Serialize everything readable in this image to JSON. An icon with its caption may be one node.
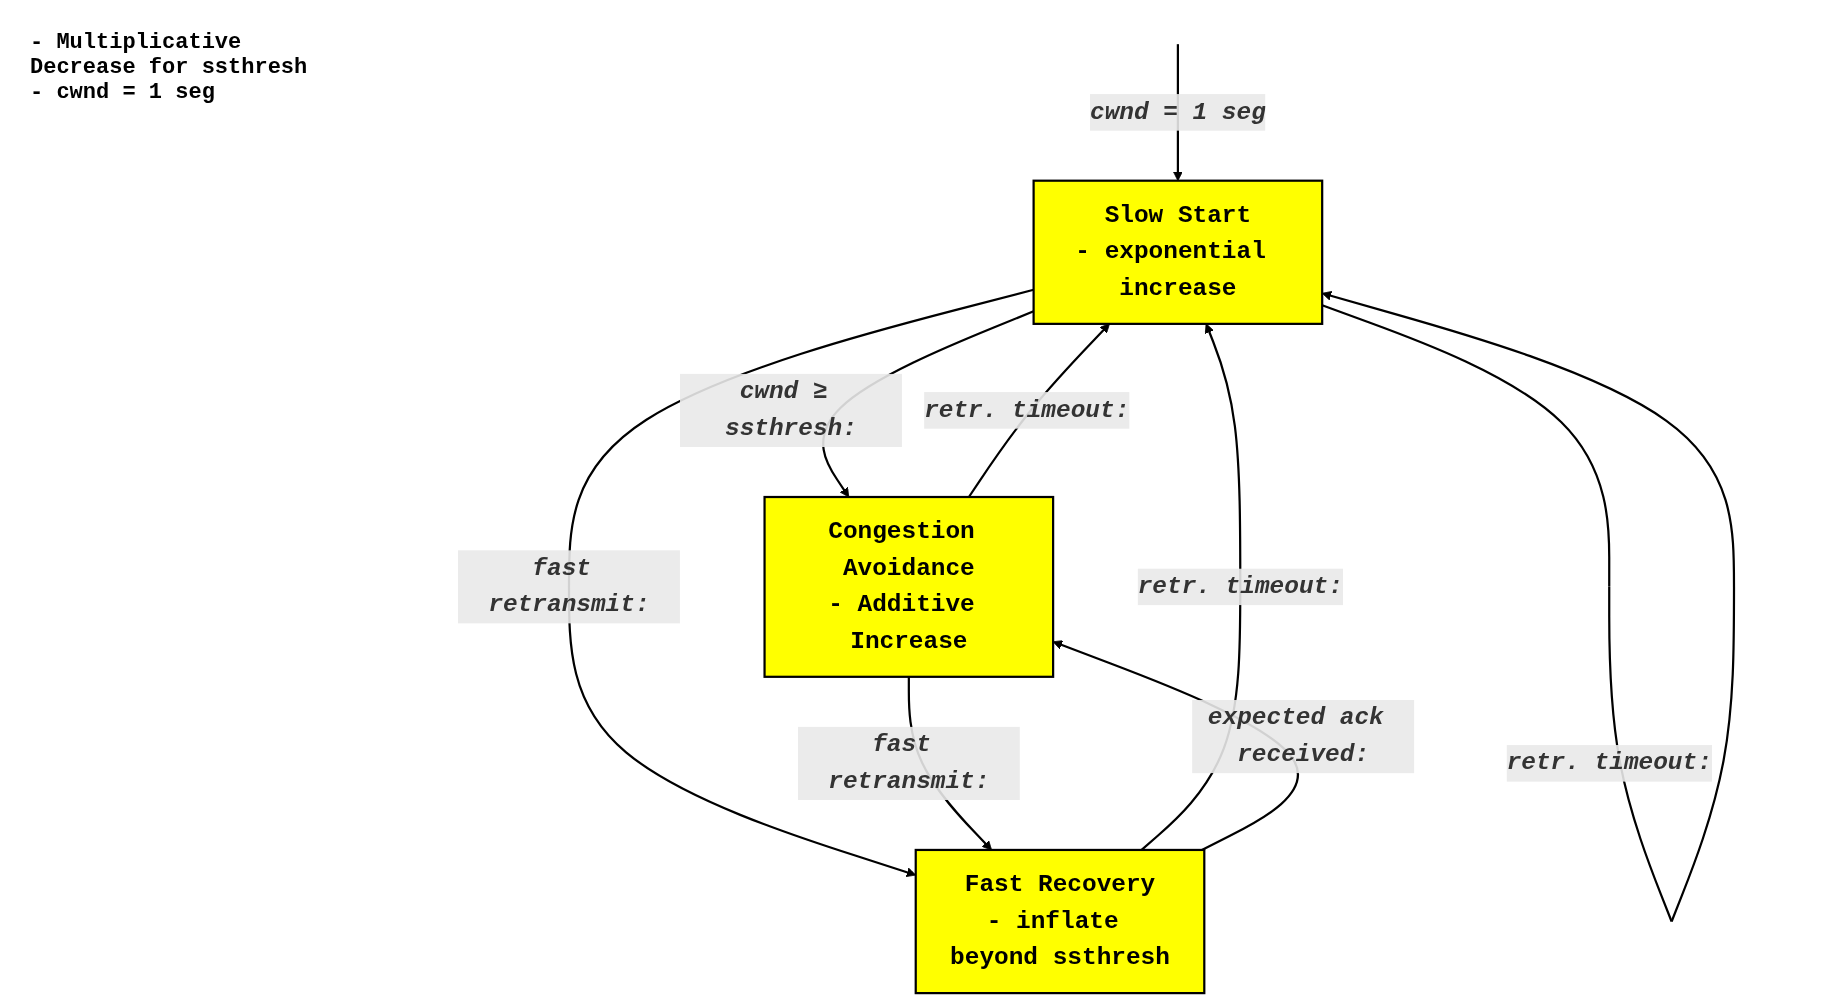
{
  "diagram": {
    "nodes": [
      {
        "text": [
          "Slow Start",
          "- exponential increase"
        ]
      },
      {
        "text": [
          "Congestion Avoidance",
          "- Additive Increase"
        ]
      },
      {
        "text": [
          "Fast Recovery",
          "- inflate beyond ssthresh"
        ]
      }
    ],
    "edges": [
      {
        "from": null,
        "to": 0,
        "arrow": "to",
        "label": "cwnd = 1 seg"
      },
      {
        "from": 0,
        "to": 1,
        "arrow": "to",
        "label": "cwnd ≥ ssthresh:"
      },
      {
        "from": 1,
        "to": 0,
        "arrow": "to",
        "label": "retr. timeout:"
      },
      {
        "from": 0,
        "to": 0,
        "arrow": "to",
        "label": "retr. timeout:"
      },
      {
        "from": 0,
        "to": 2,
        "arrow": "to",
        "label": "fast retransmit:"
      },
      {
        "from": 1,
        "to": 2,
        "arrow": "to",
        "label": "fast retransmit:"
      },
      {
        "from": 2,
        "to": 0,
        "arrow": "to",
        "label": "retr. timeout:"
      },
      {
        "from": 2,
        "to": 1,
        "arrow": "to",
        "label": "expected ack received:"
      }
    ],
    "labels": [
      "- Multiplicative Decrease for ssthresh - cwnd = 1 seg"
    ]
  }
}
